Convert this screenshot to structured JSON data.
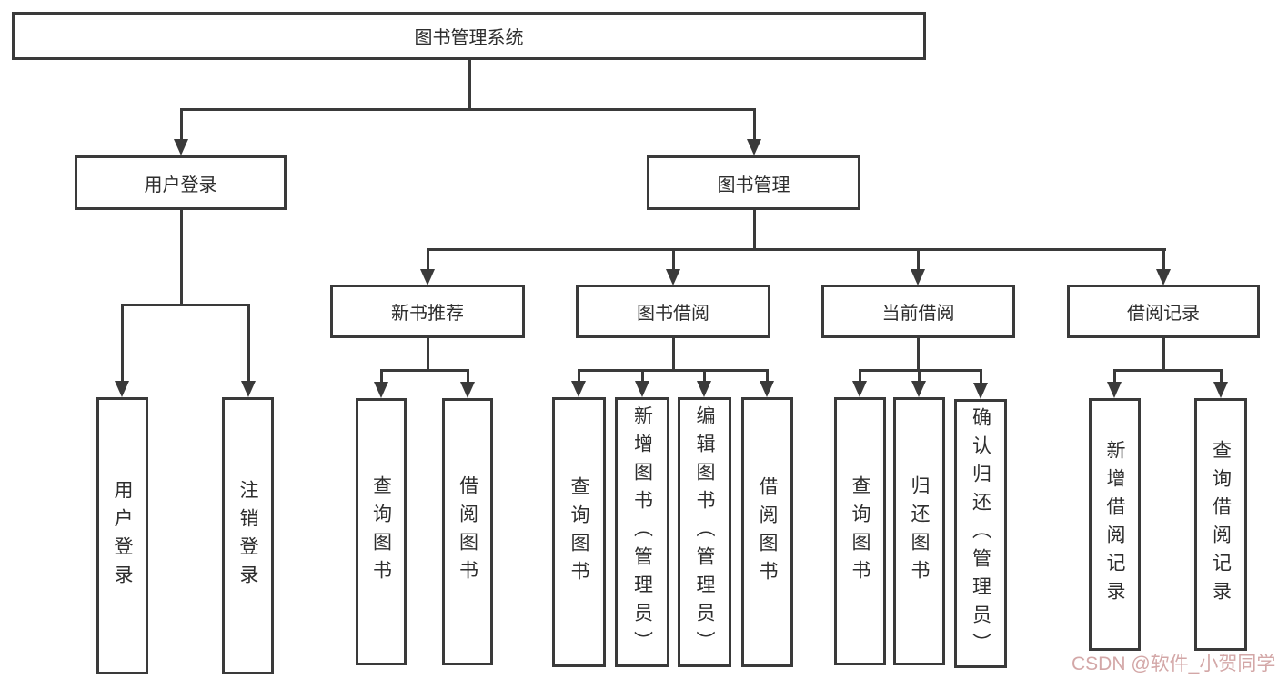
{
  "diagram": {
    "root": {
      "label": "图书管理系统",
      "children": [
        {
          "label": "用户登录",
          "children": [
            {
              "label": "用户登录"
            },
            {
              "label": "注销登录"
            }
          ]
        },
        {
          "label": "图书管理",
          "children": [
            {
              "label": "新书推荐",
              "children": [
                {
                  "label": "查询图书"
                },
                {
                  "label": "借阅图书"
                }
              ]
            },
            {
              "label": "图书借阅",
              "children": [
                {
                  "label": "查询图书"
                },
                {
                  "label": "新增图书（管理员）"
                },
                {
                  "label": "编辑图书（管理员）"
                },
                {
                  "label": "借阅图书"
                }
              ]
            },
            {
              "label": "当前借阅",
              "children": [
                {
                  "label": "查询图书"
                },
                {
                  "label": "归还图书"
                },
                {
                  "label": "确认归还（管理员）"
                }
              ]
            },
            {
              "label": "借阅记录",
              "children": [
                {
                  "label": "新增借阅记录"
                },
                {
                  "label": "查询借阅记录"
                }
              ]
            }
          ]
        }
      ]
    },
    "watermark": "CSDN @软件_小贺同学",
    "colors": {
      "line": "#3a3a3a",
      "text": "#2e2e2e",
      "background": "#ffffff",
      "watermark": "#cfa0a0"
    }
  }
}
